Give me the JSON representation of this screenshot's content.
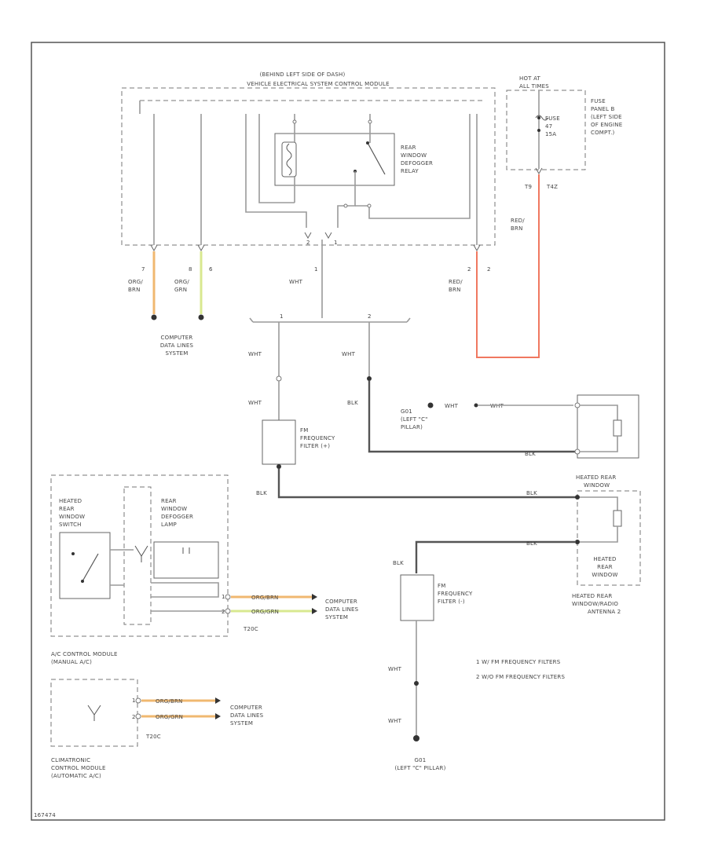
{
  "header": {
    "location": "(BEHIND LEFT SIDE OF DASH)",
    "module": "VEHICLE ELECTRICAL SYSTEM CONTROL MODULE"
  },
  "fuse": {
    "hot": "HOT AT",
    "times": "ALL TIMES",
    "fuse_label": "FUSE",
    "fuse_num": "47",
    "amps": "15A",
    "panel": [
      "FUSE",
      "PANEL B",
      "(LEFT SIDE",
      "OF ENGINE",
      "COMPT.)"
    ],
    "pin": "T9",
    "pin2": "T4Z",
    "wire": [
      "RED/",
      "BRN"
    ]
  },
  "relay": {
    "name": [
      "REAR",
      "WINDOW",
      "DEFOGGER",
      "RELAY"
    ]
  },
  "pins": {
    "p7": "7",
    "p8": "8",
    "p2": "2",
    "p1": "1",
    "p1b": "1",
    "p6": "6",
    "p2b": "2",
    "p2c": "2"
  },
  "wires": {
    "org_brn": [
      "ORG/",
      "BRN"
    ],
    "org_grn": [
      "ORG/",
      "GRN"
    ],
    "red_brn": [
      "RED/",
      "BRN"
    ],
    "wht": "WHT",
    "blk": "BLK",
    "org_brn_inline": "ORG/BRN",
    "org_grn_inline": "ORG/GRN"
  },
  "computer_data": [
    "COMPUTER",
    "DATA LINES",
    "SYSTEM"
  ],
  "splice_labels": {
    "a": "1",
    "b": "2"
  },
  "filter1": [
    "FM",
    "FREQUENCY",
    "FILTER (+)"
  ],
  "filter2": [
    "FM",
    "FREQUENCY",
    "FILTER (-)"
  ],
  "ground_top": [
    "G01",
    "(LEFT \"C\"",
    "PILLAR)"
  ],
  "ground_bottom": [
    "G01",
    "(LEFT \"C\" PILLAR)"
  ],
  "heated_window": {
    "top": [
      "HEATED REAR",
      "WINDOW"
    ],
    "bottom": [
      "HEATED",
      "REAR",
      "WINDOW"
    ],
    "antenna": [
      "HEATED REAR",
      "WINDOW/RADIO",
      "ANTENNA 2"
    ]
  },
  "switch": [
    "HEATED",
    "REAR",
    "WINDOW",
    "SWITCH"
  ],
  "lamp": [
    "REAR",
    "WINDOW",
    "DEFOGGER",
    "LAMP"
  ],
  "ac_module": [
    "A/C CONTROL MODULE",
    "(MANUAL A/C)"
  ],
  "climatronic": [
    "CLIMATRONIC",
    "CONTROL MODULE",
    "(AUTOMATIC A/C)"
  ],
  "connector": {
    "t20c": "T20C",
    "p1": "1",
    "p2": "2"
  },
  "notes": [
    "1  W/ FM FREQUENCY FILTERS",
    "2  W/O FM FREQUENCY FILTERS"
  ],
  "code": "167474"
}
